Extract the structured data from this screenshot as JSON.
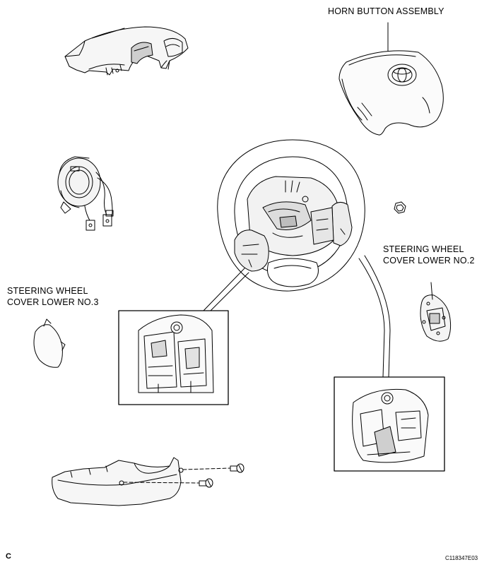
{
  "labels": {
    "horn_button": "HORN BUTTON ASSEMBLY",
    "cover_no2_line1": "STEERING WHEEL",
    "cover_no2_line2": "COVER LOWER NO.2",
    "cover_no3_line1": "STEERING WHEEL",
    "cover_no3_line2": "COVER LOWER NO.3",
    "corner_letter": "C",
    "figure_code": "C118347E03"
  }
}
